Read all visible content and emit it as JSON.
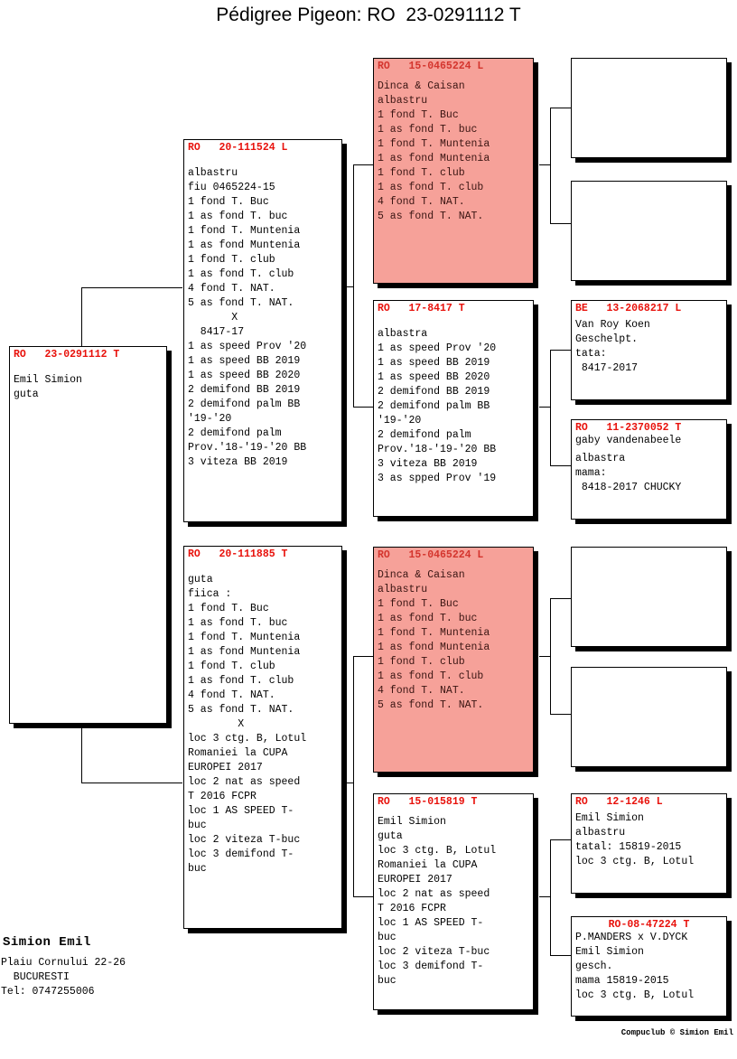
{
  "title": "Pédigree Pigeon: RO  23-0291112 T",
  "colors": {
    "header_red": "#e8120c",
    "pink_fill": "#f6a199",
    "text_black": "#000000",
    "background": "#ffffff"
  },
  "subject": {
    "ring": "RO   23-0291112 T",
    "lines": "Emil Simion\nguta"
  },
  "father": {
    "ring": "RO   20-111524 L",
    "lines": "albastru\nfiu 0465224-15\n1 fond T. Buc\n1 as fond T. buc\n1 fond T. Muntenia\n1 as fond Muntenia\n1 fond T. club\n1 as fond T. club\n4 fond T. NAT.\n5 as fond T. NAT.\n       X\n  8417-17\n1 as speed Prov '20\n1 as speed BB 2019\n1 as speed BB 2020\n2 demifond BB 2019\n2 demifond palm BB\n'19-'20\n2 demifond palm\nProv.'18-'19-'20 BB\n3 viteza BB 2019"
  },
  "mother": {
    "ring": "RO   20-111885 T",
    "lines": "guta\nfiica :\n1 fond T. Buc\n1 as fond T. buc\n1 fond T. Muntenia\n1 as fond Muntenia\n1 fond T. club\n1 as fond T. club\n4 fond T. NAT.\n5 as fond T. NAT.\n        X\nloc 3 ctg. B, Lotul\nRomaniei la CUPA\nEUROPEI 2017\nloc 2 nat as speed\nT 2016 FCPR\nloc 1 AS SPEED T-\nbuc\nloc 2 viteza T-buc\nloc 3 demifond T-\nbuc"
  },
  "grandparents": {
    "paternal_grandfather": {
      "ring": "RO   15-0465224 L",
      "lines": "Dinca & Caisan\nalbastru\n1 fond T. Buc\n1 as fond T. buc\n1 fond T. Muntenia\n1 as fond Muntenia\n1 fond T. club\n1 as fond T. club\n4 fond T. NAT.\n5 as fond T. NAT.",
      "highlight": "pink"
    },
    "paternal_grandmother": {
      "ring": "RO   17-8417 T",
      "lines": "albastra\n1 as speed Prov '20\n1 as speed BB 2019\n1 as speed BB 2020\n2 demifond BB 2019\n2 demifond palm BB\n'19-'20\n2 demifond palm\nProv.'18-'19-'20 BB\n3 viteza BB 2019\n3 as spped Prov '19",
      "highlight": "none"
    },
    "maternal_grandfather": {
      "ring": "RO   15-0465224 L",
      "lines": "Dinca & Caisan\nalbastru\n1 fond T. Buc\n1 as fond T. buc\n1 fond T. Muntenia\n1 as fond Muntenia\n1 fond T. club\n1 as fond T. club\n4 fond T. NAT.\n5 as fond T. NAT.",
      "highlight": "pink"
    },
    "maternal_grandmother": {
      "ring": "RO   15-015819 T",
      "lines": "Emil Simion\nguta\nloc 3 ctg. B, Lotul\nRomaniei la CUPA\nEUROPEI 2017\nloc 2 nat as speed\nT 2016 FCPR\nloc 1 AS SPEED T-\nbuc\nloc 2 viteza T-buc\nloc 3 demifond T-\nbuc",
      "highlight": "none"
    }
  },
  "great_grandparents": {
    "ggp1": {
      "ring": "",
      "lines": ""
    },
    "ggp2": {
      "ring": "",
      "lines": ""
    },
    "ggp3": {
      "ring": "BE   13-2068217 L",
      "lines": "Van Roy Koen\nGeschelpt.\ntata:\n 8417-2017"
    },
    "ggp4": {
      "ring": "RO   11-2370052 T",
      "lines_top": "gaby vandenabeele",
      "lines": "albastra\nmama:\n 8418-2017 CHUCKY"
    },
    "ggp5": {
      "ring": "",
      "lines": ""
    },
    "ggp6": {
      "ring": "",
      "lines": ""
    },
    "ggp7": {
      "ring": "RO   12-1246 L",
      "lines": "Emil Simion\nalbastru\ntatal: 15819-2015\nloc 3 ctg. B, Lotul"
    },
    "ggp8": {
      "ring": "RO-08-47224 T",
      "lines": "P.MANDERS x V.DYCK\nEmil Simion\ngesch.\nmama 15819-2015\nloc 3 ctg. B, Lotul"
    }
  },
  "footer": {
    "owner_name": "Simion Emil",
    "owner_address": "Plaiu Cornului 22-26\n  BUCURESTI\nTel: 0747255006",
    "copyright": "Compuclub © Simion Emil"
  }
}
